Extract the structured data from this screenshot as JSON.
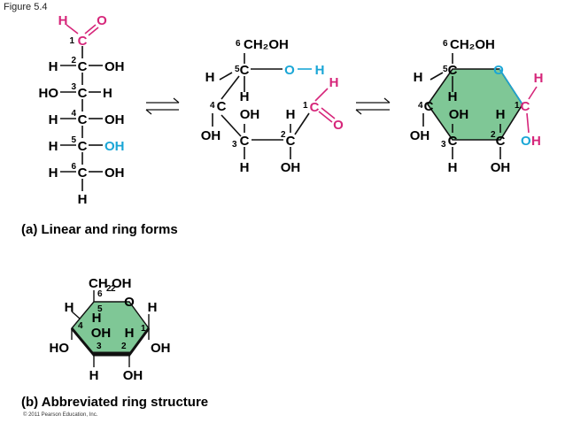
{
  "figure_label": "Figure 5.4",
  "colors": {
    "black": "#111111",
    "aldehyde": "#d6267a",
    "oxygen": "#1aa6d6",
    "ring_fill": "#7fc796"
  },
  "atoms": {
    "H": "H",
    "O": "O",
    "C": "C",
    "OH": "OH",
    "HO": "HO",
    "CH2OH": "CH₂OH",
    "CH": "CH",
    "subscript_2": "2",
    "OH_tail": "OH"
  },
  "carbon_numbers": [
    "1",
    "2",
    "3",
    "4",
    "5",
    "6"
  ],
  "captions": {
    "linear_and_ring": "(a) Linear and ring forms",
    "abbreviated": "(b) Abbreviated ring structure"
  },
  "copyright": "© 2011 Pearson Education, Inc."
}
